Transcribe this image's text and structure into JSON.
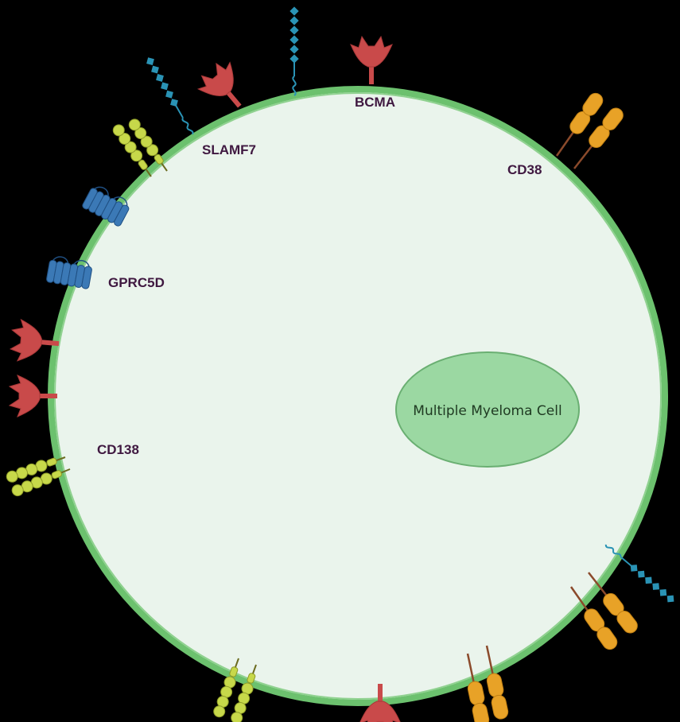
{
  "cell": {
    "nucleus_label": "Multiple Myeloma Cell",
    "membrane_color": "#6cc16e",
    "cytoplasm_color": "#eaf4ec",
    "nucleus_color": "#9bd8a2"
  },
  "markers": [
    {
      "id": "bcma",
      "label": "BCMA",
      "color": "#c94a4a",
      "icon": "receptor-icon"
    },
    {
      "id": "slamf7",
      "label": "SLAMF7",
      "color": "#2a93b5",
      "icon": "chain-receptor-icon"
    },
    {
      "id": "cd38",
      "label": "CD38",
      "color": "#e8a227",
      "icon": "double-oval-receptor-icon"
    },
    {
      "id": "gprc5d",
      "label": "GPRC5D",
      "color": "#3b79b6",
      "icon": "seven-helix-receptor-icon"
    },
    {
      "id": "cd138",
      "label": "CD138",
      "color": "#c7d84a",
      "icon": "bead-chain-receptor-icon"
    }
  ]
}
